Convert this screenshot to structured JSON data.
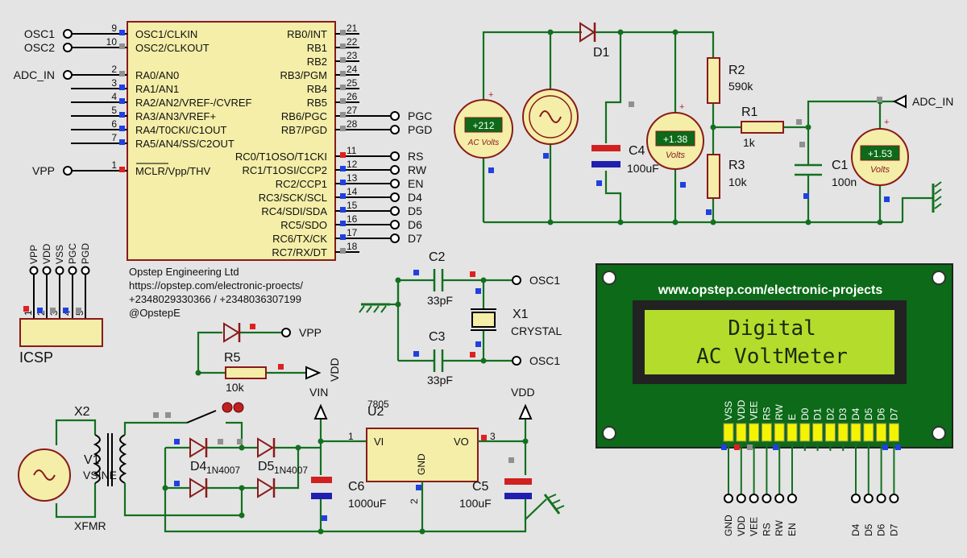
{
  "mcu": {
    "left_pins": [
      {
        "num": "9",
        "name": "OSC1/CLKIN",
        "net": "OSC1"
      },
      {
        "num": "10",
        "name": "OSC2/CLKOUT",
        "net": "OSC2"
      },
      {
        "num": "2",
        "name": "RA0/AN0",
        "net": "ADC_IN"
      },
      {
        "num": "3",
        "name": "RA1/AN1",
        "net": ""
      },
      {
        "num": "4",
        "name": "RA2/AN2/VREF-/CVREF",
        "net": ""
      },
      {
        "num": "5",
        "name": "RA3/AN3/VREF+",
        "net": ""
      },
      {
        "num": "6",
        "name": "RA4/T0CKI/C1OUT",
        "net": ""
      },
      {
        "num": "7",
        "name": "RA5/AN4/SS/C2OUT",
        "net": ""
      },
      {
        "num": "1",
        "name": "MCLR/Vpp/THV",
        "net": "VPP"
      }
    ],
    "right_pins": [
      {
        "num": "21",
        "name": "RB0/INT",
        "net": ""
      },
      {
        "num": "22",
        "name": "RB1",
        "net": ""
      },
      {
        "num": "23",
        "name": "RB2",
        "net": ""
      },
      {
        "num": "24",
        "name": "RB3/PGM",
        "net": ""
      },
      {
        "num": "25",
        "name": "RB4",
        "net": ""
      },
      {
        "num": "26",
        "name": "RB5",
        "net": ""
      },
      {
        "num": "27",
        "name": "RB6/PGC",
        "net": "PGC"
      },
      {
        "num": "28",
        "name": "RB7/PGD",
        "net": "PGD"
      },
      {
        "num": "11",
        "name": "RC0/T1OSO/T1CKI",
        "net": "RS"
      },
      {
        "num": "12",
        "name": "RC1/T1OSI/CCP2",
        "net": "RW"
      },
      {
        "num": "13",
        "name": "RC2/CCP1",
        "net": "EN"
      },
      {
        "num": "14",
        "name": "RC3/SCK/SCL",
        "net": "D4"
      },
      {
        "num": "15",
        "name": "RC4/SDI/SDA",
        "net": "D5"
      },
      {
        "num": "16",
        "name": "RC5/SDO",
        "net": "D6"
      },
      {
        "num": "17",
        "name": "RC6/TX/CK",
        "net": "D7"
      },
      {
        "num": "18",
        "name": "RC7/RX/DT",
        "net": ""
      }
    ],
    "credit": [
      "Opstep Engineering Ltd",
      "https://opstep.com/electronic-proects/",
      "+2348029330366 / +2348036307199",
      "@OpstepE"
    ]
  },
  "icsp": {
    "label": "ICSP",
    "pins": [
      "VPP",
      "VDD",
      "VSS",
      "PGC",
      "PGD"
    ],
    "nums": [
      "1",
      "2",
      "3",
      "4",
      "5"
    ]
  },
  "measure": {
    "d1": "D1",
    "r2": "R2",
    "r2v": "590k",
    "r1": "R1",
    "r1v": "1k",
    "r3": "R3",
    "r3v": "10k",
    "c4": "C4",
    "c4v": "100uF",
    "c1": "C1",
    "c1v": "100n",
    "adc": "ADC_IN",
    "vm_ac": {
      "reading": "+212",
      "unit": "AC Volts"
    },
    "vm_c4": {
      "reading": "+1.38",
      "unit": "Volts"
    },
    "vm_c1": {
      "reading": "+1.53",
      "unit": "Volts"
    }
  },
  "osc": {
    "c2": "C2",
    "c2v": "33pF",
    "c3": "C3",
    "c3v": "33pF",
    "x1": "X1",
    "x1v": "CRYSTAL",
    "osc1a": "OSC1",
    "osc1b": "OSC1"
  },
  "reset": {
    "vpp": "VPP",
    "r5": "R5",
    "r5v": "10k",
    "vdd": "VDD"
  },
  "power": {
    "x2": "X2",
    "xfmr": "XFMR",
    "v1": "V1",
    "vsine": "VSINE",
    "d4": "D4",
    "d5": "D5",
    "d4v": "1N4007",
    "d5v": "1N4007",
    "vin": "VIN",
    "u2": "U2",
    "u2v": "7805",
    "vi": "VI",
    "vo": "VO",
    "gnd": "GND",
    "pin1": "1",
    "pin2": "2",
    "pin3": "3",
    "c6": "C6",
    "c6v": "1000uF",
    "c5": "C5",
    "c5v": "100uF",
    "vdd": "VDD"
  },
  "lcd": {
    "url": "www.opstep.com/electronic-projects",
    "line1": "Digital",
    "line2": "AC VoltMeter",
    "pins": [
      "VSS",
      "VDD",
      "VEE",
      "RS",
      "RW",
      "E",
      "D0",
      "D1",
      "D2",
      "D3",
      "D4",
      "D5",
      "D6",
      "D7"
    ],
    "bottom_nets": [
      "GND",
      "VDD",
      "VEE",
      "RS",
      "RW",
      "EN",
      "D4",
      "D5",
      "D6",
      "D7"
    ]
  },
  "colors": {
    "wire": "#137020",
    "body": "#f4eea8",
    "outline": "#8a1a1a",
    "lcd_bg": "#0c6a18",
    "lcd_screen": "#b4dc2c"
  }
}
